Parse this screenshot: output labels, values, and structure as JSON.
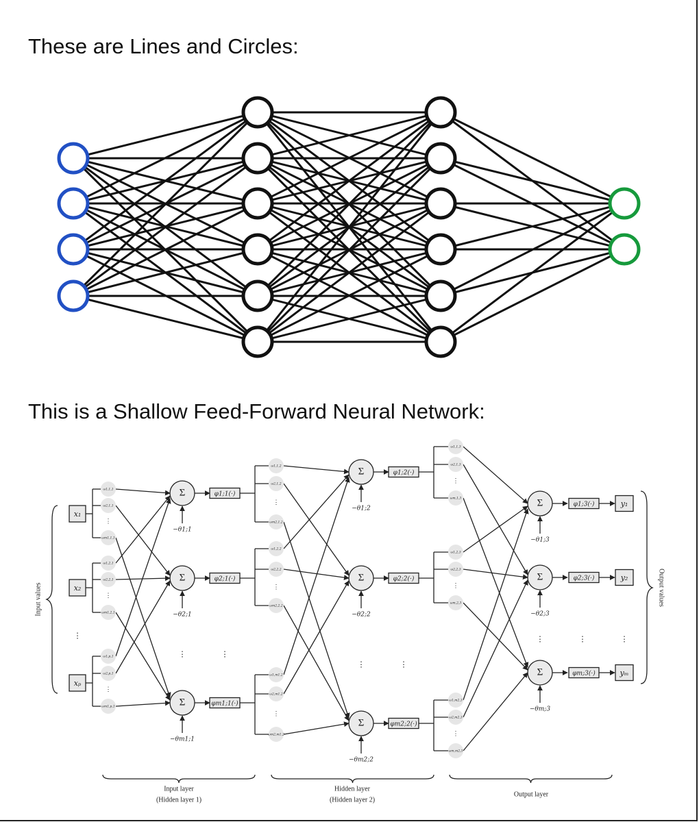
{
  "heading_simple": "These are Lines and Circles:",
  "heading_network": "This is a Shallow Feed-Forward Neural Network:",
  "simple_network": {
    "layers": [
      4,
      6,
      6,
      2
    ],
    "colors": {
      "input": "#2150c4",
      "hidden": "#111111",
      "output": "#169a3c",
      "edge": "#111111"
    }
  },
  "ffnn": {
    "side_label_left": "Input values",
    "side_label_right": "Output values",
    "inputs": [
      "x1",
      "x2",
      "xp"
    ],
    "outputs": [
      "y1",
      "y2",
      "ym"
    ],
    "input_layer_neurons": [
      {
        "weights": [
          "ω1,1,1",
          "ω2,1,1",
          "ωm1,1,1"
        ],
        "phi": "φ1;1(·)",
        "theta": "−θ1;1"
      },
      {
        "weights": [
          "ω1,2,1",
          "ω2,2,1",
          "ωm1,2,1"
        ],
        "phi": "φ2;1(·)",
        "theta": "−θ2;1"
      },
      {
        "weights": [
          "ω1,p,1",
          "ω2,p,1",
          "ωm1,p,1"
        ],
        "phi": "φm1;1(·)",
        "theta": "−θm1;1"
      }
    ],
    "hidden_layer_neurons": [
      {
        "weights": [
          "ω1,1,2",
          "ω2,1,2",
          "ωm2,1,2"
        ],
        "phi": "φ1;2(·)",
        "theta": "−θ1;2"
      },
      {
        "weights": [
          "ω1,2,2",
          "ω2,2,2",
          "ωm2,2,2"
        ],
        "phi": "φ2;2(·)",
        "theta": "−θ2;2"
      },
      {
        "weights": [
          "ω1,m1,2",
          "ω2,m1,2",
          "ωm2,m1,2"
        ],
        "phi": "φm2;2(·)",
        "theta": "−θm2;2"
      }
    ],
    "output_layer_neurons": [
      {
        "weights": [
          "ω1,1,3",
          "ω2,1,3",
          "ωm,1,3"
        ],
        "phi": "φ1;3(·)",
        "theta": "−θ1;3"
      },
      {
        "weights": [
          "ω1,2,3",
          "ω2,2,3",
          "ωm,2,3"
        ],
        "phi": "φ2;3(·)",
        "theta": "−θ2;3"
      },
      {
        "weights": [
          "ω1,m2,3",
          "ω2,m2,3",
          "ωm,m2,3"
        ],
        "phi": "φm;3(·)",
        "theta": "−θm;3"
      }
    ],
    "sum_symbol": "Σ",
    "ellipsis": "⋮",
    "bottom_labels": {
      "input_layer": "Input layer",
      "input_layer_sub": "(Hidden layer 1)",
      "hidden_layer": "Hidden layer",
      "hidden_layer_sub": "(Hidden layer 2)",
      "output_layer": "Output layer"
    }
  }
}
